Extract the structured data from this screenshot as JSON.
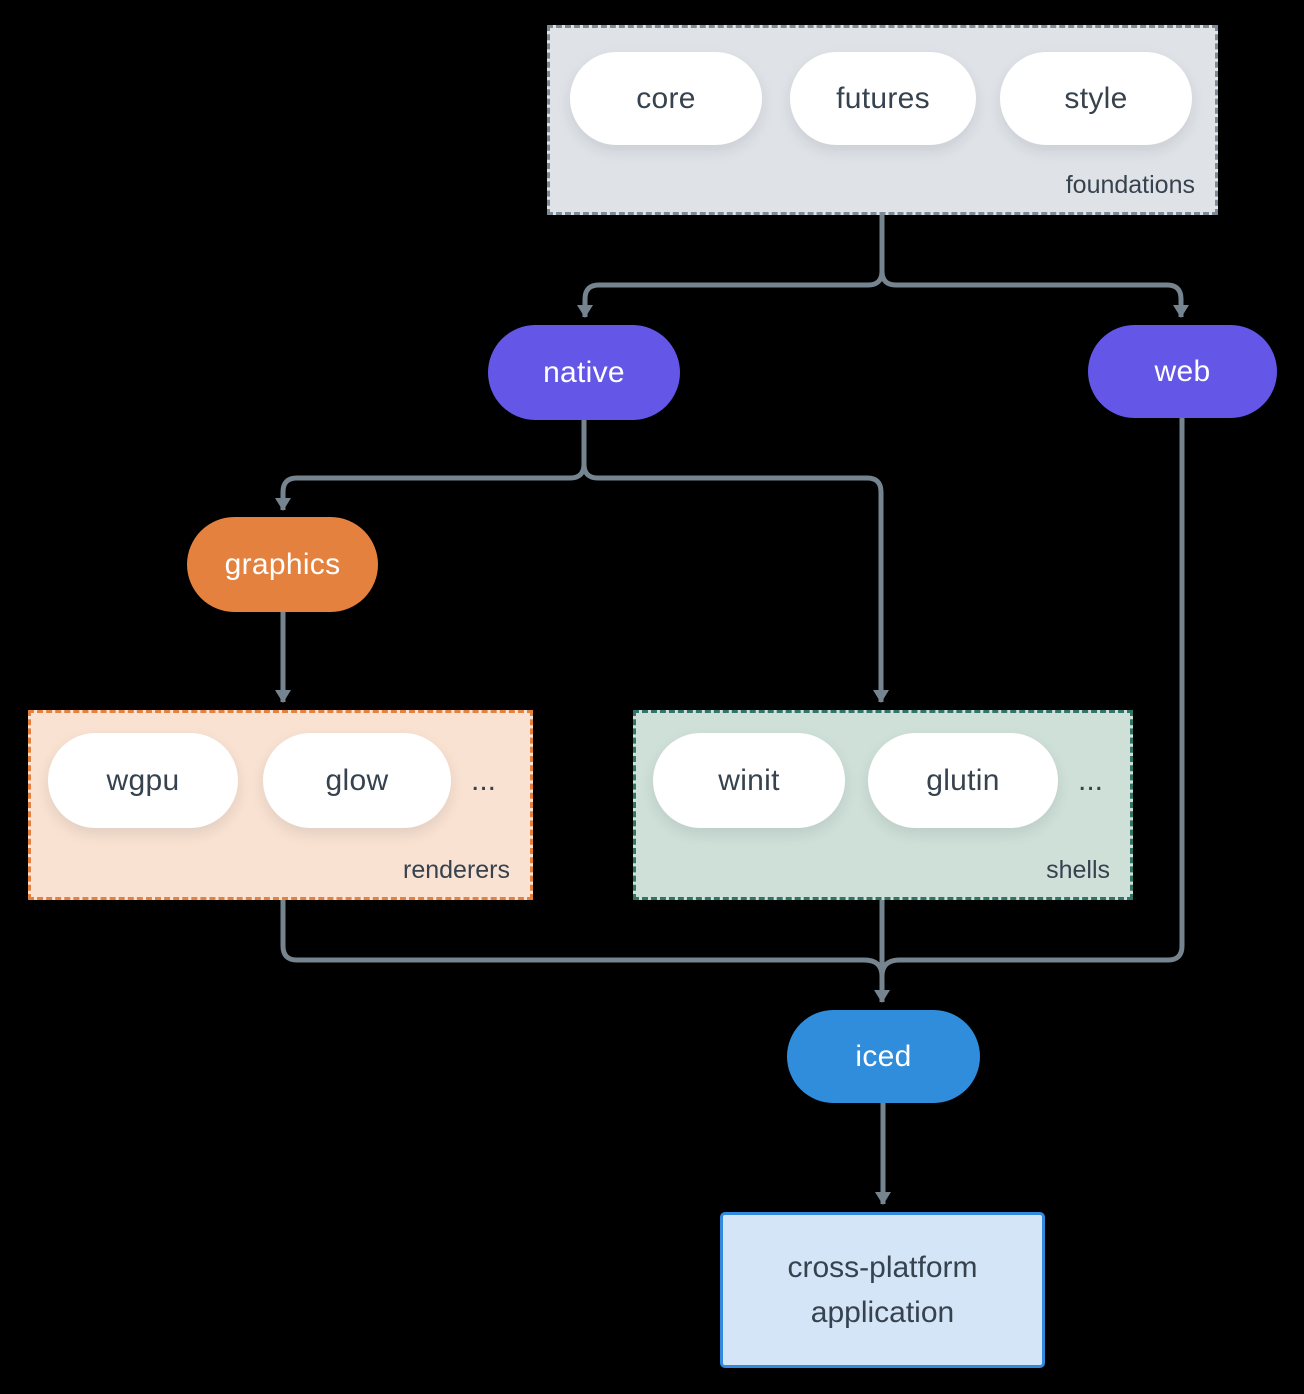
{
  "diagram": {
    "foundations": {
      "label": "foundations",
      "pills": [
        "core",
        "futures",
        "style"
      ]
    },
    "native": {
      "label": "native"
    },
    "web": {
      "label": "web"
    },
    "graphics": {
      "label": "graphics"
    },
    "renderers": {
      "label": "renderers",
      "pills": [
        "wgpu",
        "glow"
      ],
      "ellipsis": "..."
    },
    "shells": {
      "label": "shells",
      "pills": [
        "winit",
        "glutin"
      ],
      "ellipsis": "..."
    },
    "iced": {
      "label": "iced"
    },
    "application": {
      "label": "cross-platform application"
    }
  },
  "colors": {
    "background": "#000000",
    "connector": "#76848f",
    "foundations_bg": "#dfe3e8",
    "foundations_border": "#7e8b96",
    "node_purple": "#6457e8",
    "node_orange": "#e5813e",
    "node_blue": "#2f8ddb",
    "renderers_bg": "#f9e2d2",
    "renderers_border": "#e5813e",
    "shells_bg": "#cfe0d9",
    "shells_border": "#317568",
    "application_bg": "#d4e5f7",
    "application_border": "#3289de",
    "pill_bg": "#ffffff",
    "text_dark": "#36424e",
    "text_light": "#ffffff"
  }
}
